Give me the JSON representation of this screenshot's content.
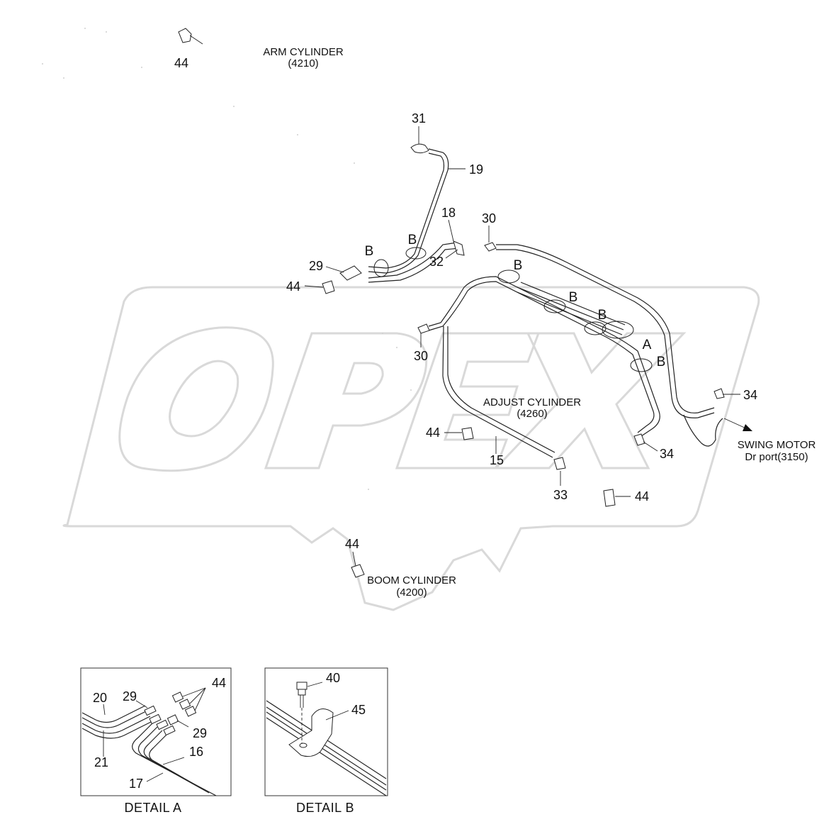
{
  "watermark": {
    "text": "OPEX",
    "color": "#d9d9d9"
  },
  "labels": {
    "arm_cylinder": "ARM CYLINDER",
    "arm_cylinder_code": "(4210)",
    "adjust_cylinder": "ADJUST CYLINDER",
    "adjust_cylinder_code": "(4260)",
    "boom_cylinder": "BOOM CYLINDER",
    "boom_cylinder_code": "(4200)",
    "swing_motor": "SWING MOTOR",
    "swing_motor_port": "Dr port(3150)"
  },
  "callouts": {
    "c44_arm": "44",
    "c31": "31",
    "c19": "19",
    "c18": "18",
    "c30_top": "30",
    "c32": "32",
    "c29": "29",
    "c44_left": "44",
    "c30_mid": "30",
    "c34_right": "34",
    "c34_lower": "34",
    "c44_adjust": "44",
    "c15": "15",
    "c33": "33",
    "c44_lower": "44",
    "c44_boom": "44"
  },
  "markers": {
    "b1": "B",
    "b2": "B",
    "b3": "B",
    "b4": "B",
    "b5": "B",
    "b6": "B",
    "a1": "A"
  },
  "detail_a": {
    "title": "DETAIL  A",
    "c20": "20",
    "c29a": "29",
    "c44": "44",
    "c29b": "29",
    "c21": "21",
    "c16": "16",
    "c17": "17"
  },
  "detail_b": {
    "title": "DETAIL  B",
    "c40": "40",
    "c45": "45"
  }
}
